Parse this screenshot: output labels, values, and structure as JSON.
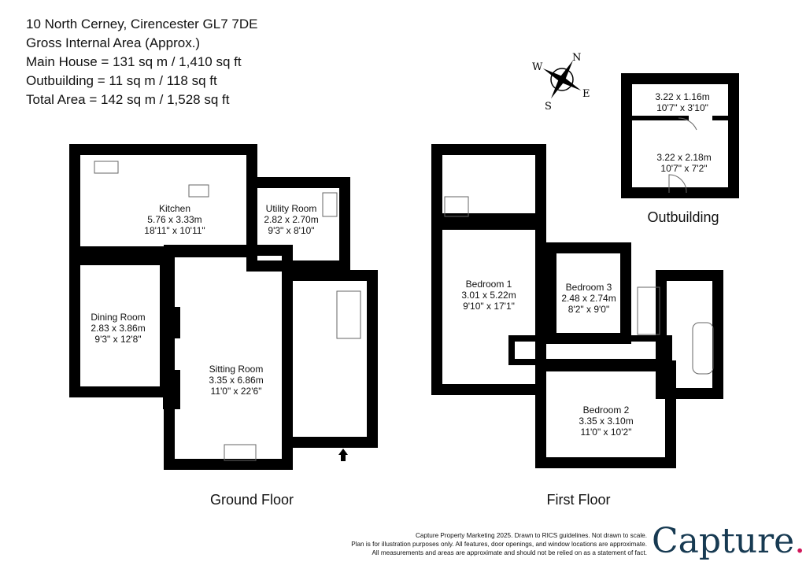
{
  "header": {
    "address": "10 North Cerney, Cirencester GL7 7DE",
    "gia": "Gross Internal Area (Approx.)",
    "main_house": "Main House = 131 sq m / 1,410 sq ft",
    "outbuilding": "Outbuilding = 11 sq m / 118 sq ft",
    "total": "Total Area = 142 sq m / 1,528 sq ft"
  },
  "compass": {
    "n": "N",
    "e": "E",
    "s": "S",
    "w": "W"
  },
  "ground_floor": {
    "label": "Ground Floor",
    "rooms": [
      {
        "name": "Kitchen",
        "metric": "5.76 x 3.33m",
        "imperial": "18'11\" x 10'11\""
      },
      {
        "name": "Utility Room",
        "metric": "2.82 x 2.70m",
        "imperial": "9'3\" x 8'10\""
      },
      {
        "name": "Dining Room",
        "metric": "2.83 x 3.86m",
        "imperial": "9'3\" x 12'8\""
      },
      {
        "name": "Sitting Room",
        "metric": "3.35 x 6.86m",
        "imperial": "11'0\" x 22'6\""
      }
    ]
  },
  "first_floor": {
    "label": "First Floor",
    "rooms": [
      {
        "name": "Bedroom 1",
        "metric": "3.01 x 5.22m",
        "imperial": "9'10\" x 17'1\""
      },
      {
        "name": "Bedroom 3",
        "metric": "2.48 x 2.74m",
        "imperial": "8'2\" x 9'0\""
      },
      {
        "name": "Bedroom 2",
        "metric": "3.35 x 3.10m",
        "imperial": "11'0\" x 10'2\""
      }
    ]
  },
  "outbuilding": {
    "label": "Outbuilding",
    "rooms": [
      {
        "metric": "3.22 x 1.16m",
        "imperial": "10'7\" x 3'10\""
      },
      {
        "metric": "3.22 x 2.18m",
        "imperial": "10'7\" x 7'2\""
      }
    ]
  },
  "footer": {
    "line1": "Capture Property Marketing 2025. Drawn to RICS guidelines.  Not drawn to scale.",
    "line2": "Plan is for illustration purposes only. All features, door openings, and window locations are approximate.",
    "line3": "All measurements and areas are approximate and should not be relied on as a statement of fact.",
    "logo": "Capture",
    "logo_dot": ".",
    "logo_color": "#173a52",
    "dot_color": "#d0175a"
  }
}
